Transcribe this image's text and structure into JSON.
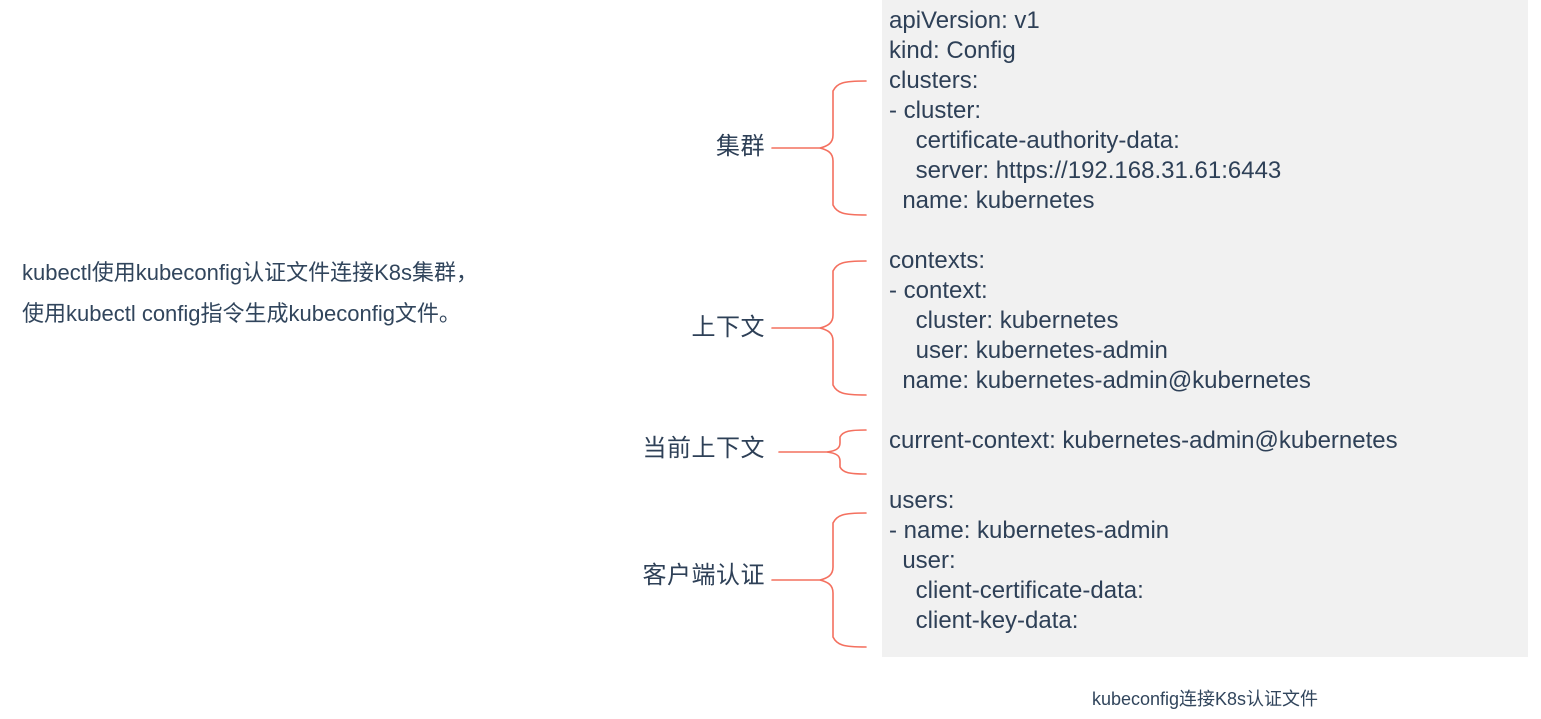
{
  "description": {
    "line1": "kubectl使用kubeconfig认证文件连接K8s集群，",
    "line2": "使用kubectl  config指令生成kubeconfig文件。",
    "text": "kubectl使用kubeconfig认证文件连接K8s集群，\n使用kubectl  config指令生成kubeconfig文件。"
  },
  "labels": {
    "cluster": "集群",
    "context": "上下文",
    "current_context": "当前上下文",
    "client_auth": "客户端认证"
  },
  "code_panel": {
    "background": "#F1F1F1",
    "text_color": "#2E4057",
    "lines": [
      "apiVersion: v1",
      "kind: Config",
      "clusters:",
      "- cluster:",
      "    certificate-authority-data:",
      "    server: https://192.168.31.61:6443",
      "  name: kubernetes",
      "",
      "contexts:",
      "- context:",
      "    cluster: kubernetes",
      "    user: kubernetes-admin",
      "  name: kubernetes-admin@kubernetes",
      "",
      "current-context: kubernetes-admin@kubernetes",
      "",
      "users:",
      "- name: kubernetes-admin",
      "  user:",
      "    client-certificate-data:",
      "    client-key-data:"
    ]
  },
  "caption": "kubeconfig连接K8s认证文件",
  "colors": {
    "brace": "#F4705F",
    "text": "#31455C",
    "panel_bg": "#F1F1F1",
    "page_bg": "#FFFFFF"
  }
}
